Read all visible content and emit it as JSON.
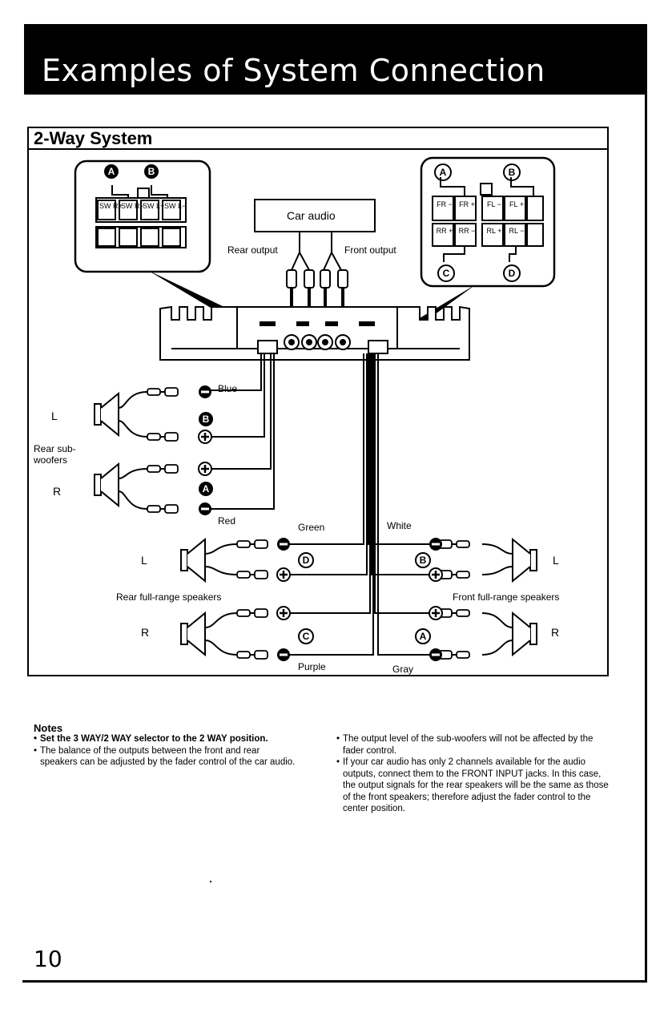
{
  "header": {
    "title": "Examples of System Connection"
  },
  "section": {
    "title": "2-Way System"
  },
  "diagram": {
    "head_unit": "Car audio",
    "rear_output": "Rear output",
    "front_output": "Front output",
    "left_connector": {
      "letters": [
        "A",
        "B"
      ],
      "pins": [
        "SW R+",
        "SW R−",
        "SW L+",
        "SW L−"
      ]
    },
    "right_connector": {
      "top_letters": [
        "A",
        "B"
      ],
      "bottom_letters": [
        "C",
        "D"
      ],
      "top_pins": [
        "FR −",
        "FR +",
        "FL −",
        "FL +"
      ],
      "bottom_pins": [
        "RR +",
        "RR −",
        "RL +",
        "RL −"
      ]
    },
    "wire_colors": {
      "blue": "Blue",
      "red": "Red",
      "green": "Green",
      "purple": "Purple",
      "white": "White",
      "gray": "Gray"
    },
    "group_labels": {
      "rear_sub_woofers": "Rear sub-\nwoofers",
      "rear_full_range": "Rear full-range speakers",
      "front_full_range": "Front full-range speakers"
    },
    "channel": {
      "left": "L",
      "right": "R"
    },
    "markers": [
      "B",
      "A",
      "D",
      "C",
      "B",
      "A"
    ]
  },
  "notes": {
    "heading": "Notes",
    "left": [
      {
        "text": "Set the 3 WAY/2 WAY selector to the 2 WAY position.",
        "bold": true
      },
      {
        "text": "The balance of the outputs between the front and rear speakers can be adjusted by the fader control of the car audio.",
        "bold": false
      }
    ],
    "right": [
      {
        "text": "The output level of the sub-woofers will not be affected by the fader control.",
        "bold": false
      },
      {
        "text": "If your car audio has only 2 channels available for the audio outputs, connect them to the FRONT INPUT jacks.  In this case, the output signals for the rear speakers will be the same as those of the front speakers;  therefore adjust the fader control to the center position.",
        "bold": false
      }
    ]
  },
  "page_number": "10"
}
